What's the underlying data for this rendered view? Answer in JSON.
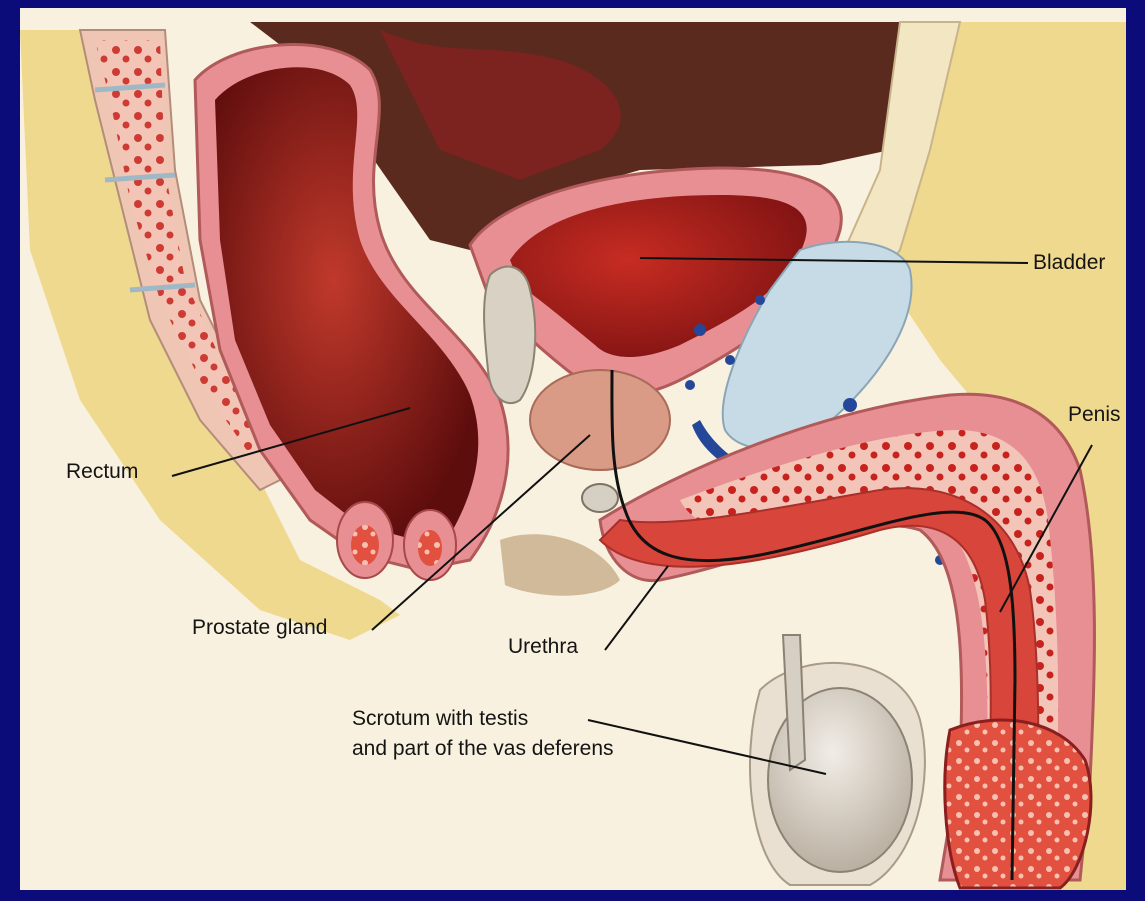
{
  "slide": {
    "background_color": "#0b0b7a",
    "figure_background_color": "#f8f1df"
  },
  "labels": {
    "bladder": "Bladder",
    "penis": "Penis",
    "rectum": "Rectum",
    "prostate_gland": "Prostate gland",
    "urethra": "Urethra",
    "scrotum_line1": "Scrotum with testis",
    "scrotum_line2": "and part of the vas deferens"
  },
  "colors": {
    "fat_tissue": "#efd98e",
    "muscle_wall": "#e88f94",
    "lumen_red": "#8e1a1a",
    "bladder_interior": "#b8241e",
    "pubic_bone": "#c6dbe6",
    "erectile_tissue": "#d8453a",
    "testis": "#dcd6cb",
    "prostate": "#d99a86",
    "spine_bone": "#efc6b3"
  }
}
